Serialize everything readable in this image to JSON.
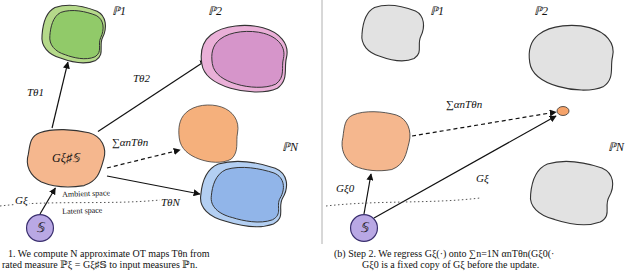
{
  "diagram": {
    "nodes": [
      {
        "text": [
          "ℙ1"
        ]
      },
      {
        "text": [
          "ℙ2"
        ]
      },
      {
        "text": [
          "Gξ♯𝕊"
        ]
      },
      {
        "text": [
          "ℙN"
        ]
      },
      {
        "text": [
          "𝕊"
        ]
      },
      {
        "text": [
          "ℙ1"
        ]
      },
      {
        "text": [
          "ℙ2"
        ]
      },
      {
        "text": [
          "ℙN"
        ]
      },
      {
        "text": [
          "𝕊"
        ]
      }
    ],
    "edges": [
      {
        "from": 2,
        "to": 0,
        "arrow": "to",
        "label": "Tθ1"
      },
      {
        "from": 2,
        "to": 1,
        "arrow": "to",
        "label": "Tθ2"
      },
      {
        "from": 2,
        "to": 3,
        "arrow": "to",
        "label": "TθN"
      },
      {
        "from": 4,
        "to": 2,
        "arrow": "to",
        "label": "Gξ"
      }
    ],
    "labels": [
      "∑αnTθn",
      "Ambient space",
      "Latent space",
      "1. We compute N approximate OT maps Tθn from",
      "rated measure ℙξ = Gξ♯𝕊 to input measures ℙn.",
      "Gξ0",
      "∑αnTθn",
      "Gξ",
      "(b) Step 2. We regress Gξ(·) onto ∑n=1N αnTθn(Gξ0(·",
      "Gξ0 is a fixed copy of Gξ before the update."
    ]
  }
}
